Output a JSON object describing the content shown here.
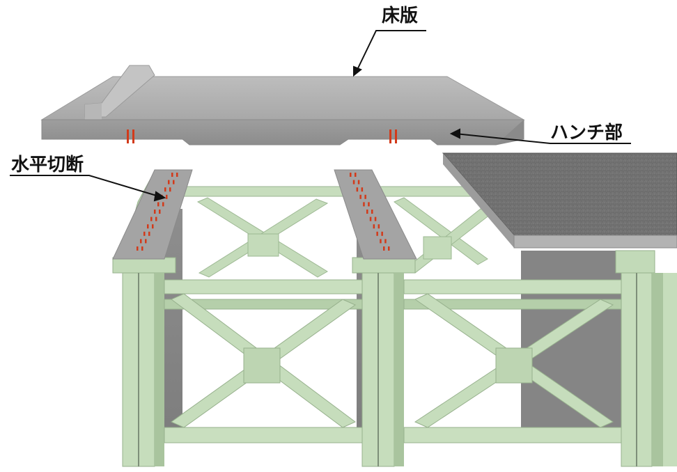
{
  "labels": {
    "deck_slab": "床版",
    "haunch": "ハンチ部",
    "horizontal_cut": "水平切断"
  },
  "colors": {
    "steel_frame": "#bcd6b2",
    "concrete": "#a9a9a9",
    "cut_marks": "#d23a1a",
    "text": "#111111"
  }
}
